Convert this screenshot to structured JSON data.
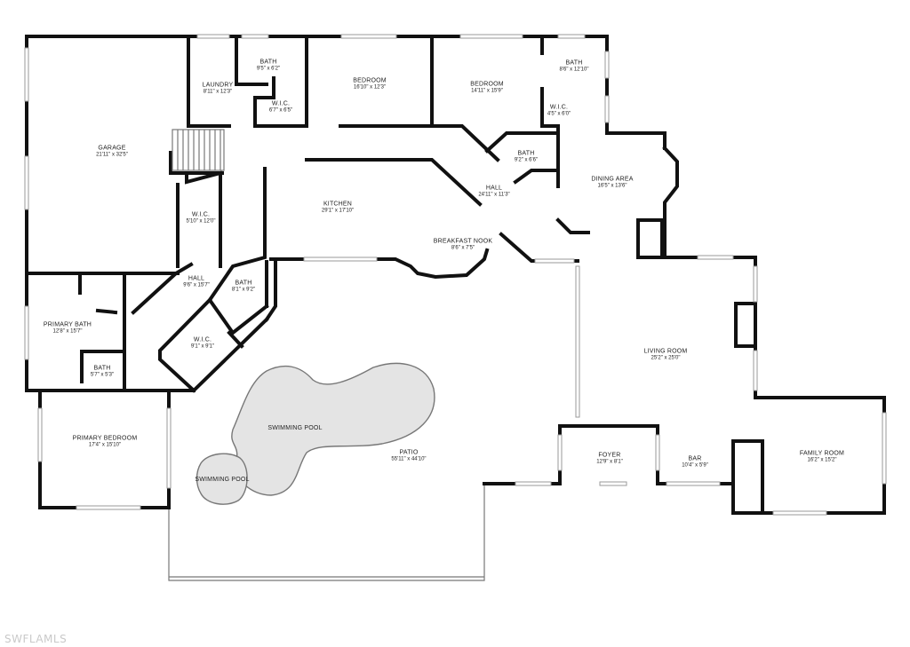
{
  "watermark": "SWFLAMLS",
  "rooms": {
    "garage": {
      "name": "GARAGE",
      "dims": "21'11\" x 32'5\""
    },
    "laundry": {
      "name": "LAUNDRY",
      "dims": "8'11\" x 12'3\""
    },
    "bath_top": {
      "name": "BATH",
      "dims": "9'5\" x 6'2\""
    },
    "wic_top": {
      "name": "W.I.C.",
      "dims": "6'7\" x 6'5\""
    },
    "bedroom1": {
      "name": "BEDROOM",
      "dims": "16'10\" x 12'3\""
    },
    "bedroom2": {
      "name": "BEDROOM",
      "dims": "14'11\" x 15'9\""
    },
    "bath_tr": {
      "name": "BATH",
      "dims": "8'6\" x 12'10\""
    },
    "wic_tr": {
      "name": "W.I.C.",
      "dims": "4'5\" x 6'0\""
    },
    "bath_mid": {
      "name": "BATH",
      "dims": "9'2\" x 6'6\""
    },
    "dining": {
      "name": "DINING AREA",
      "dims": "16'5\" x 13'6\""
    },
    "hall_main": {
      "name": "HALL",
      "dims": "24'11\" x 11'3\""
    },
    "kitchen": {
      "name": "KITCHEN",
      "dims": "29'1\" x 17'10\""
    },
    "breakfast": {
      "name": "BREAKFAST NOOK",
      "dims": "8'6\" x 7'5\""
    },
    "wic_left": {
      "name": "W.I.C.",
      "dims": "5'10\" x 12'0\""
    },
    "hall_left": {
      "name": "HALL",
      "dims": "9'6\" x 15'7\""
    },
    "bath_diag": {
      "name": "BATH",
      "dims": "8'1\" x 9'2\""
    },
    "wic_diag": {
      "name": "W.I.C.",
      "dims": "9'1\" x 9'1\""
    },
    "primary_bath": {
      "name": "PRIMARY BATH",
      "dims": "12'8\" x 15'7\""
    },
    "bath_small": {
      "name": "BATH",
      "dims": "5'7\" x 5'3\""
    },
    "primary_bed": {
      "name": "PRIMARY BEDROOM",
      "dims": "17'4\" x 15'10\""
    },
    "living": {
      "name": "LIVING ROOM",
      "dims": "25'2\" x 25'0\""
    },
    "foyer": {
      "name": "FOYER",
      "dims": "12'9\" x 8'1\""
    },
    "bar": {
      "name": "BAR",
      "dims": "10'4\" x 5'9\""
    },
    "family": {
      "name": "FAMILY ROOM",
      "dims": "16'2\" x 15'2\""
    },
    "patio": {
      "name": "PATIO",
      "dims": "55'11\" x 44'10\""
    },
    "pool_main": {
      "name": "SWIMMING POOL"
    },
    "pool_small": {
      "name": "SWIMMING POOL"
    }
  }
}
